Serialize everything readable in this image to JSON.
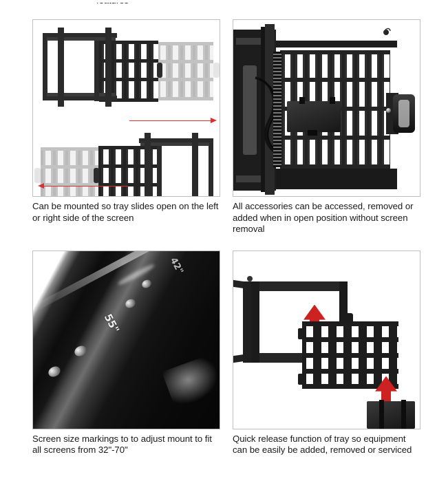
{
  "page": {
    "cut_off_top_text": "features"
  },
  "panels": [
    {
      "id": "panel-left-right-mount",
      "caption": "Can be mounted so tray slides open on the left or right side of the screen",
      "image_name": "mount-slide-left-or-right-diagram",
      "arrows": [
        {
          "name": "slide-direction-arrow-right",
          "direction": "right",
          "color": "#d93030"
        },
        {
          "name": "slide-direction-arrow-left",
          "direction": "left",
          "color": "#d93030"
        }
      ]
    },
    {
      "id": "panel-accessory-access",
      "caption": "All accessories can be accessed, removed or added when in open position without screen removal",
      "image_name": "open-position-accessory-tray-photo",
      "arrows": []
    },
    {
      "id": "panel-screen-size-markings",
      "caption": "Screen size markings to to adjust mount to fit all screens from 32\"-70\"",
      "image_name": "screen-size-marking-closeup-photo",
      "markings": [
        "55\"",
        "42\""
      ],
      "arrows": []
    },
    {
      "id": "panel-quick-release",
      "caption": "Quick release function of tray so equipment can be easily be added, removed or serviced",
      "image_name": "quick-release-tray-diagram",
      "arrows": [
        {
          "name": "tray-lift-arrow",
          "direction": "up",
          "color": "#cc2222"
        },
        {
          "name": "equipment-lift-arrow",
          "direction": "up",
          "color": "#cc2222"
        }
      ]
    }
  ]
}
